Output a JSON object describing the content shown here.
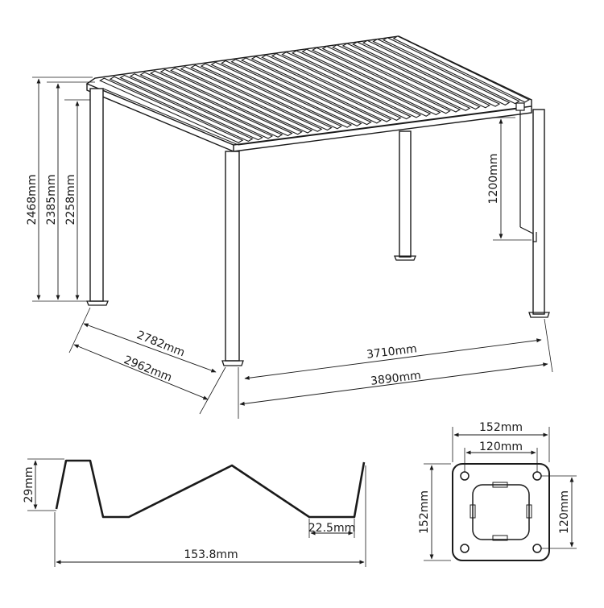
{
  "pergola": {
    "height_total": "2468mm",
    "height_beam_top": "2385mm",
    "height_clear": "2258mm",
    "louver_drop": "1200mm",
    "inner_depth": "2782mm",
    "outer_depth": "2962mm",
    "inner_width": "3710mm",
    "outer_width": "3890mm"
  },
  "louver_profile": {
    "height": "29mm",
    "flat_width": "22.5mm",
    "total_width": "153.8mm"
  },
  "base_plate": {
    "outer_width": "152mm",
    "inner_width": "120mm",
    "outer_height": "152mm",
    "inner_height": "120mm"
  }
}
